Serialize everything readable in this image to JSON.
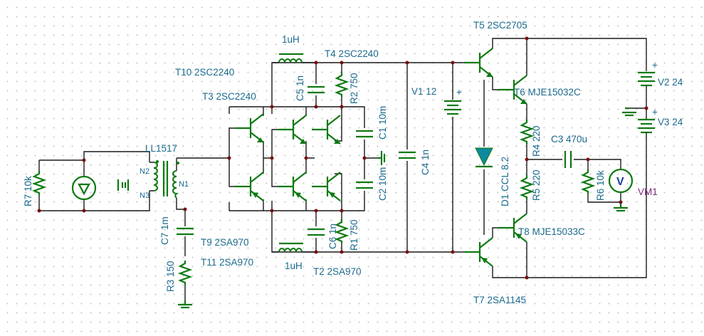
{
  "labels": {
    "r7": "R7 10k",
    "ll1517": "LL1517",
    "n1": "N1",
    "n2": "N2",
    "n3": "N3",
    "c7": "C7 1m",
    "r3": "R3 150",
    "t9": "T9 2SA970",
    "t11": "T11 2SA970",
    "t10": "T10 2SC2240",
    "t3": "T3 2SC2240",
    "l_top": "1uH",
    "l_bot": "1uH",
    "t4": "T4 2SC2240",
    "t2": "T2 2SA970",
    "c5": "C5 1n",
    "c6": "C6 1n",
    "r2": "R2 750",
    "r1": "R1 750",
    "c1": "C1 10m",
    "c2": "C2 10m",
    "c4": "C4 1n",
    "v1": "V1 12",
    "t5": "T5 2SC2705",
    "t6": "T6 MJE15032C",
    "t7": "T7 2SA1145",
    "t8": "T8 MJE15033C",
    "d1": "D1 CCL 8.2",
    "r4": "R4 220",
    "r5": "R5 220",
    "c3": "C3 470u",
    "r6": "R6 10k",
    "vm1": "VM1",
    "v2": "V2 24",
    "v3": "V3 24",
    "meter_glyph": "V",
    "plus": "+",
    "minus": "-"
  }
}
